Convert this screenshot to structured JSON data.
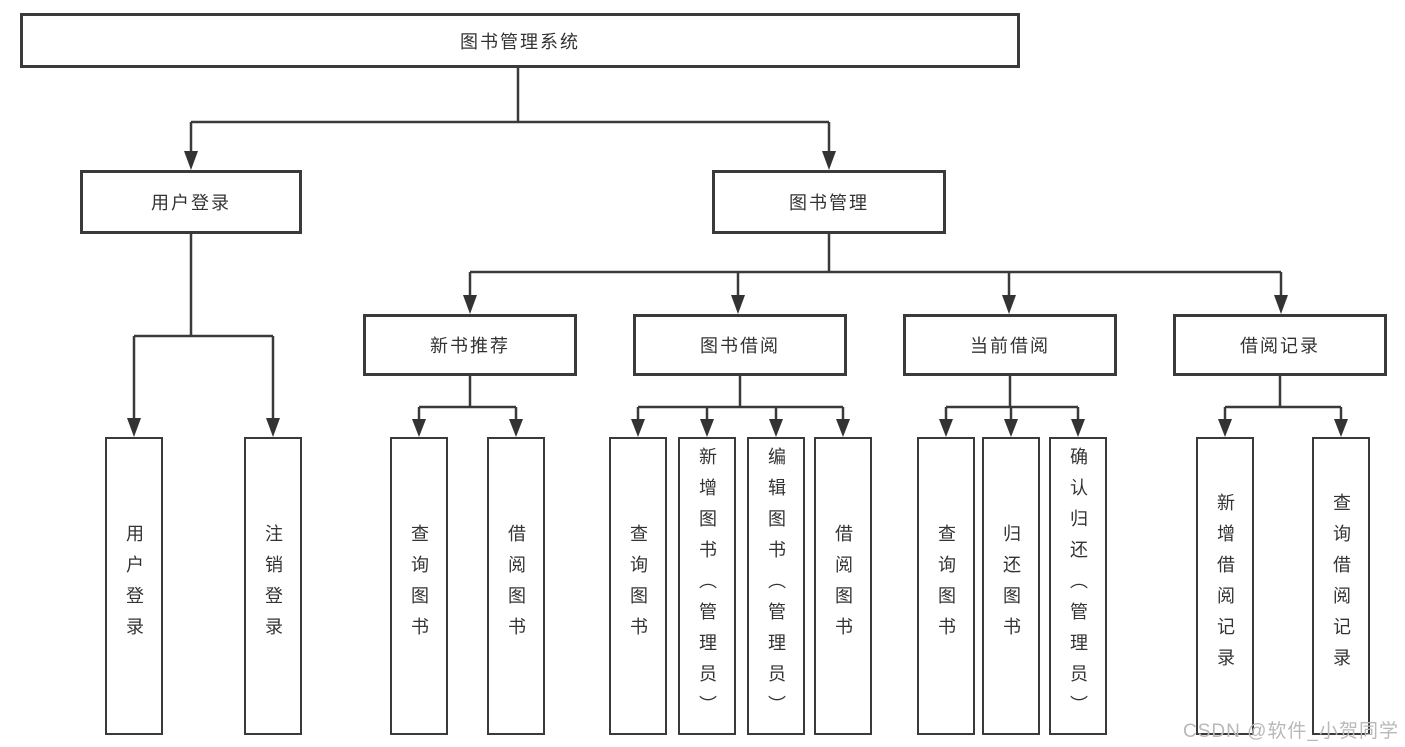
{
  "colors": {
    "line": "#3a3a3a",
    "text": "#333333",
    "box_background": "#ffffff",
    "watermark": "#b9b9b9"
  },
  "tree": {
    "root": {
      "label": "图书管理系统"
    },
    "branches": [
      {
        "label": "用户登录",
        "children": [
          {
            "label": "用户登录"
          },
          {
            "label": "注销登录"
          }
        ]
      },
      {
        "label": "图书管理",
        "sections": [
          {
            "label": "新书推荐",
            "children": [
              {
                "label": "查询图书"
              },
              {
                "label": "借阅图书"
              }
            ]
          },
          {
            "label": "图书借阅",
            "children": [
              {
                "label": "查询图书"
              },
              {
                "label": "新增图书（管理员）"
              },
              {
                "label": "编辑图书（管理员）"
              },
              {
                "label": "借阅图书"
              }
            ]
          },
          {
            "label": "当前借阅",
            "children": [
              {
                "label": "查询图书"
              },
              {
                "label": "归还图书"
              },
              {
                "label": "确认归还（管理员）"
              }
            ]
          },
          {
            "label": "借阅记录",
            "children": [
              {
                "label": "新增借阅记录"
              },
              {
                "label": "查询借阅记录"
              }
            ]
          }
        ]
      }
    ]
  },
  "watermark": {
    "text": "CSDN @软件_小贺同学"
  }
}
